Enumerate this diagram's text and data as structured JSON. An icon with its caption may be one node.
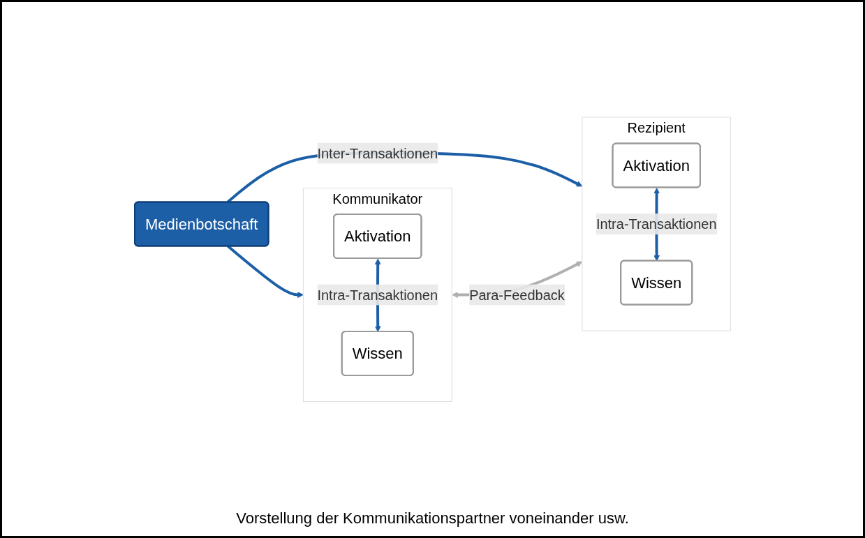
{
  "diagram": {
    "nodes": [
      {
        "text": [
          "Kommunikator"
        ]
      },
      {
        "text": [
          "Aktivation"
        ],
        "in": 0
      },
      {
        "text": [
          "Wissen"
        ],
        "in": 0
      },
      {
        "text": [
          "Medienbotschaft"
        ]
      },
      {
        "text": [
          "Rezipient"
        ]
      },
      {
        "text": [
          "Aktivation"
        ],
        "in": 4
      },
      {
        "text": [
          "Wissen"
        ],
        "in": 4
      }
    ],
    "edges": [
      {
        "from": 1,
        "to": 2,
        "arrow": "both",
        "label": "Intra-Transaktionen"
      },
      {
        "from": 3,
        "to": 0,
        "arrow": "to"
      },
      {
        "from": 3,
        "to": 4,
        "arrow": "to",
        "label": "Inter-Transaktionen"
      },
      {
        "from": 0,
        "to": 4,
        "arrow": "both",
        "label": "Para-Feedback",
        "color": "#b0b0b0"
      },
      {
        "from": 5,
        "to": 6,
        "arrow": "both",
        "label": "Intra-Transaktionen"
      }
    ],
    "labels": [
      "Vorstellung der Kommunikationspartner voneinander usw."
    ]
  }
}
